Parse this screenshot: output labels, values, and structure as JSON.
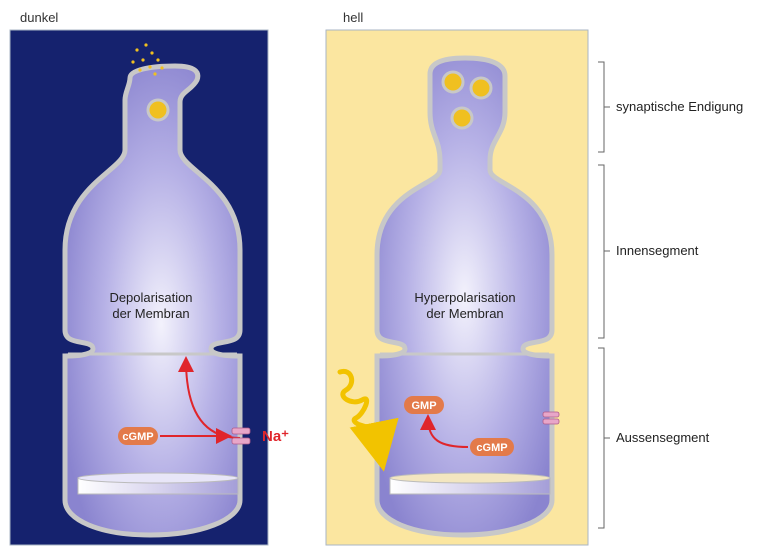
{
  "panels": {
    "dark": {
      "title": "dunkel",
      "label_line1": "Depolarisation",
      "label_line2": "der Membran",
      "cgmp": "cGMP",
      "ion": "Na⁺"
    },
    "light": {
      "title": "hell",
      "label_line1": "Hyperpolarisation",
      "label_line2": "der Membran",
      "gmp": "GMP",
      "cgmp": "cGMP"
    }
  },
  "regions": {
    "synaptic": "synaptische Endigung",
    "inner": "Innensegment",
    "outer": "Aussensegment"
  },
  "colors": {
    "dark_bg": "#15226e",
    "light_bg": "#fbe6a0",
    "cell_fill": "#8c86cf",
    "cell_light": "#e8e6f8",
    "membrane": "#c8c8c8",
    "arrow": "#e0252b",
    "molecule": "#e37a4a",
    "vesicle": "#f0c020",
    "light_wave": "#f2c300",
    "channel": "#e8a6c8"
  }
}
